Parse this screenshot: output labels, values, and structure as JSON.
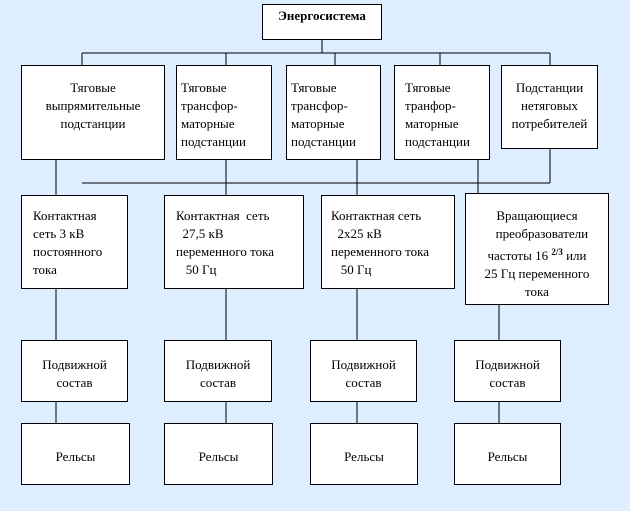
{
  "root": {
    "label": "Энергосистема"
  },
  "substations": [
    {
      "lines": [
        "Тяговые",
        "выпрямительные",
        "подстанции"
      ]
    },
    {
      "lines": [
        "Тяговые",
        "трансфор-",
        "маторные",
        "подстанции"
      ]
    },
    {
      "lines": [
        "Тяговые",
        "трансфор-",
        "маторные",
        "подстанции"
      ]
    },
    {
      "lines": [
        "Тяговые",
        "транфор-",
        "маторные",
        "подстанции"
      ]
    },
    {
      "lines": [
        "Подстанции",
        "нетяговых",
        "потребителей"
      ]
    }
  ],
  "networks": [
    {
      "lines": [
        "Контактная",
        "сеть 3 кВ",
        "постоянного",
        "тока"
      ]
    },
    {
      "lines": [
        "Контактная  сеть",
        "  27,5 кВ",
        "переменного тока",
        "   50 Гц"
      ]
    },
    {
      "lines": [
        "Контактная сеть",
        "  2х25 кВ",
        "переменного тока",
        "   50 Гц"
      ]
    },
    {
      "lines": [
        "Вращающиеся",
        "   преобразователи",
        "частоты 16",
        "2/3",
        " или",
        "25 Гц переменного",
        "тока"
      ]
    }
  ],
  "rolling_stock": [
    {
      "lines": [
        "Подвижной",
        "состав"
      ]
    },
    {
      "lines": [
        "Подвижной",
        "состав"
      ]
    },
    {
      "lines": [
        "Подвижной",
        "состав"
      ]
    },
    {
      "lines": [
        "Подвижной",
        "состав"
      ]
    }
  ],
  "rails": [
    {
      "label": "Рельсы"
    },
    {
      "label": "Рельсы"
    },
    {
      "label": "Рельсы"
    },
    {
      "label": "Рельсы"
    }
  ],
  "style": {
    "background": "#ddeeff",
    "box_fill": "#ffffff",
    "line_color": "#000000"
  }
}
